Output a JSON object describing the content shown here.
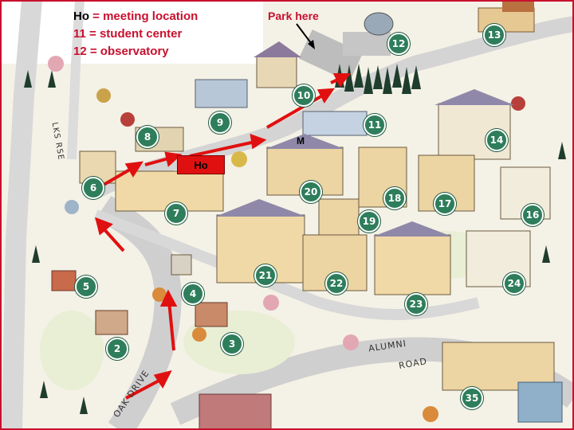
{
  "legend": {
    "line1_key": "Ho",
    "line1_text": " = meeting location",
    "line2": "11 = student center",
    "line3": "12 = observatory"
  },
  "park_label": "Park here",
  "ho_label": "Ho",
  "m_label": "M",
  "road_labels": {
    "alumni": "ALUMNI",
    "road": "ROAD",
    "oak_drive": "OAK DRIVE",
    "larks_course": "LKS RSE"
  },
  "markers": [
    "2",
    "3",
    "4",
    "5",
    "6",
    "7",
    "8",
    "9",
    "10",
    "11",
    "12",
    "13",
    "14",
    "16",
    "17",
    "18",
    "19",
    "20",
    "21",
    "22",
    "23",
    "24",
    "35"
  ],
  "colors": {
    "marker": "#2e7d5b",
    "arrow": "#e01010",
    "legend_text": "#c8102e",
    "border": "#c8102e"
  }
}
